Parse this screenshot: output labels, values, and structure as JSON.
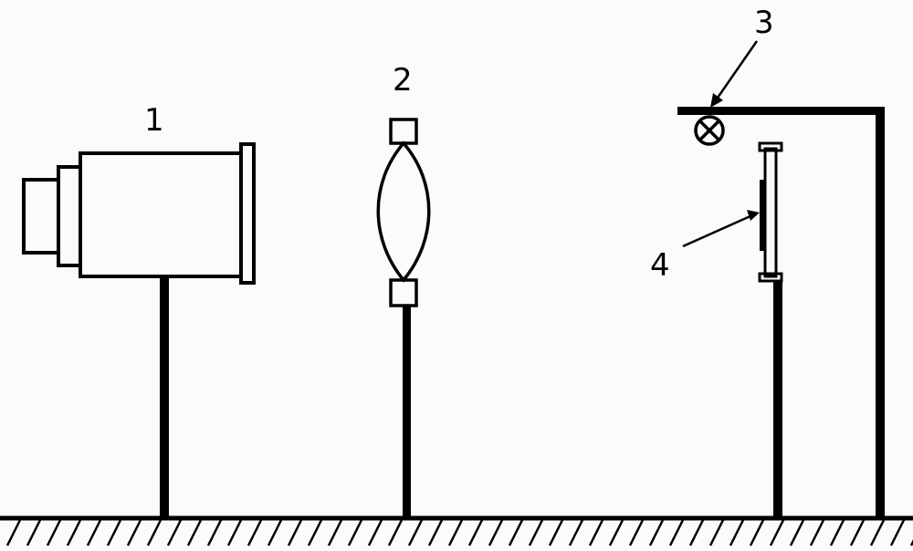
{
  "labels": {
    "camera": "1",
    "lens": "2",
    "lamp": "3",
    "plate": "4"
  },
  "colors": {
    "ink": "#000000",
    "paper": "#fbfbfa"
  }
}
